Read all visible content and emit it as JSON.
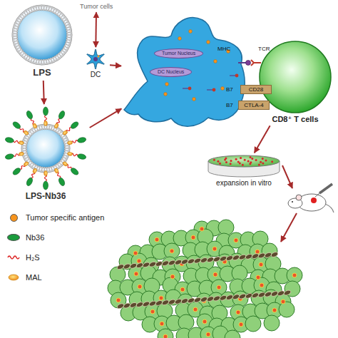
{
  "diagram": {
    "nodes": [
      {
        "text": [
          "LPS"
        ]
      },
      {
        "text": [
          "Tumor cells"
        ]
      },
      {
        "text": [
          "DC"
        ]
      },
      {
        "text": [
          "Tumor Nucleus",
          "DC Nucleus"
        ]
      },
      {
        "text": [
          "CD8⁺ T cells"
        ]
      },
      {
        "text": [
          "LPS-Nb36"
        ]
      },
      {
        "text": [
          "expansion in vitro"
        ]
      }
    ],
    "edges": [
      {
        "from": 0,
        "to": 5,
        "arrow": "to"
      },
      {
        "from": 1,
        "to": 2,
        "arrow": "both"
      },
      {
        "from": 2,
        "to": 3,
        "arrow": "to"
      },
      {
        "from": 5,
        "to": 3,
        "arrow": "to"
      },
      {
        "from": 4,
        "to": 6,
        "arrow": "to"
      }
    ],
    "labels": [
      "MHC",
      "TCR",
      "B7",
      "CD28",
      "B7",
      "CTLA-4"
    ],
    "legend": [
      {
        "text": "Tumor specific antigen",
        "color": "#f7941d"
      },
      {
        "text": "Nb36",
        "color": "#1a9b3c"
      },
      {
        "text": "H₂S"
      },
      {
        "text": "MAL"
      }
    ]
  }
}
